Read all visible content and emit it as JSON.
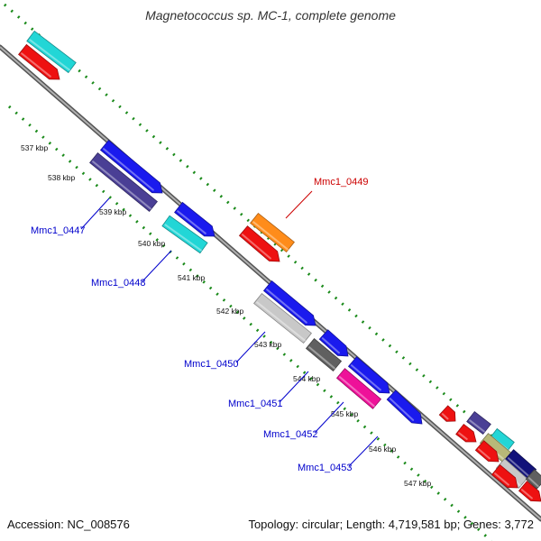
{
  "title": "Magnetococcus sp. MC-1, complete genome",
  "footer": {
    "accession": "Accession: NC_008576",
    "summary": "Topology: circular; Length: 4,719,581 bp; Genes: 3,772"
  },
  "ruler_ticks": [
    {
      "label": "537 kbp"
    },
    {
      "label": "538 kbp"
    },
    {
      "label": "539 kbp"
    },
    {
      "label": "540 kbp"
    },
    {
      "label": "541 kbp"
    },
    {
      "label": "542 kbp"
    },
    {
      "label": "543 kbp"
    },
    {
      "label": "544 kbp"
    },
    {
      "label": "545 kbp"
    },
    {
      "label": "546 kbp"
    },
    {
      "label": "547 kbp"
    }
  ],
  "gene_labels": [
    {
      "name": "Mmc1_0447",
      "color": "#0000cc"
    },
    {
      "name": "Mmc1_0448",
      "color": "#0000cc"
    },
    {
      "name": "Mmc1_0449",
      "color": "#cc0000"
    },
    {
      "name": "Mmc1_0450",
      "color": "#0000cc"
    },
    {
      "name": "Mmc1_0451",
      "color": "#0000cc"
    },
    {
      "name": "Mmc1_0452",
      "color": "#0000cc"
    },
    {
      "name": "Mmc1_0453",
      "color": "#0000cc"
    }
  ],
  "feature_colors": {
    "red": "#ee1111",
    "cyan": "#22d6d6",
    "blue": "#1a1aee",
    "purple": "#4a3f95",
    "orange": "#ff8c1a",
    "silver": "#c8c8c8",
    "darkgray": "#606060",
    "magenta": "#ee1199",
    "khaki": "#b8b878",
    "navy": "#12127a",
    "backbone": "#888888",
    "ruler": "#1a8a1a"
  }
}
